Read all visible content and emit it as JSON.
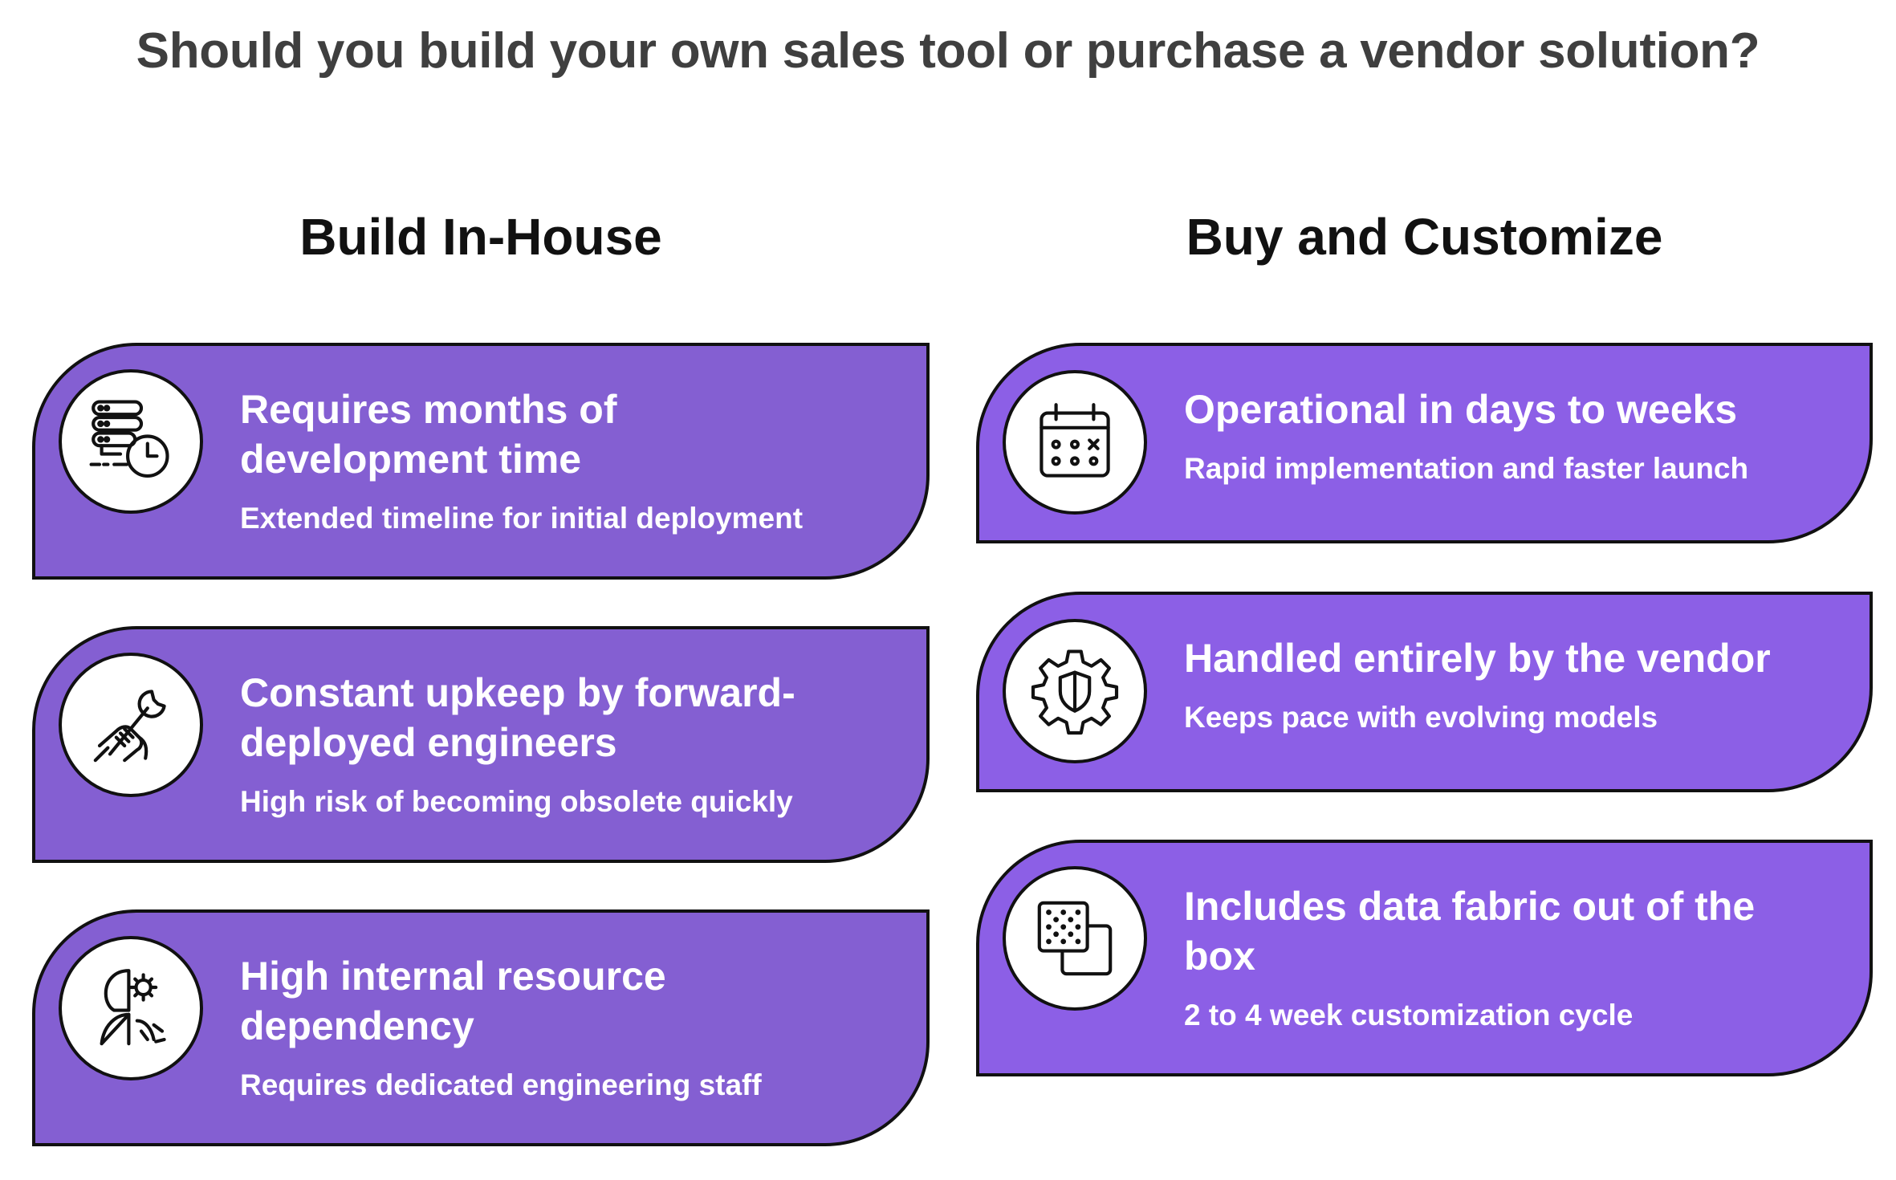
{
  "title": "Should you build your own sales tool or purchase a vendor solution?",
  "left_column": {
    "heading": "Build In-House",
    "cards": [
      {
        "title": "Requires months of development time",
        "subtitle": "Extended timeline for initial deployment",
        "icon": "server-clock-icon"
      },
      {
        "title": "Constant upkeep by forward-deployed engineers",
        "subtitle": "High risk of becoming obsolete quickly",
        "icon": "hand-wrench-icon"
      },
      {
        "title": "High internal resource dependency",
        "subtitle": "Requires dedicated engineering staff",
        "icon": "head-gears-icon"
      }
    ]
  },
  "right_column": {
    "heading": "Buy and Customize",
    "cards": [
      {
        "title": "Operational in days to weeks",
        "subtitle": "Rapid implementation and faster launch",
        "icon": "calendar-icon"
      },
      {
        "title": "Handled entirely by the vendor",
        "subtitle": "Keeps pace with evolving models",
        "icon": "gear-shield-icon"
      },
      {
        "title": "Includes data fabric out of the box",
        "subtitle": "2 to 4 week customization cycle",
        "icon": "fabric-layers-icon"
      }
    ]
  },
  "colors": {
    "left_card_fill": "#845fd2",
    "right_card_fill": "#8c5fe6",
    "outline": "#111111",
    "title_text": "#3f3f3f"
  }
}
